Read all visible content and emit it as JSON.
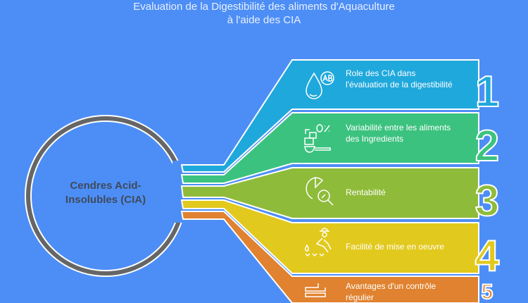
{
  "title": {
    "line1": "Evaluation de la Digestibilité des aliments d'Aquaculture",
    "line2": "à l'aide des CIA"
  },
  "center": {
    "line1": "Cendres Acid-",
    "line2": "Insolubles (CIA)"
  },
  "items": [
    {
      "number": "1",
      "label": "Role des CIA dans l'évaluation de la digestibilité",
      "icon": "water-drop-ab-icon",
      "color": "#1fa8dc"
    },
    {
      "number": "2",
      "label": "Variabilité entre  les aliments des Ingredients",
      "icon": "ingredients-scale-icon",
      "color": "#3cc27f"
    },
    {
      "number": "3",
      "label": "Rentabilité",
      "icon": "pie-chart-search-icon",
      "color": "#8fbb3a"
    },
    {
      "number": "4",
      "label": "Facilité de mise en oeuvre",
      "icon": "farmer-planting-icon",
      "color": "#e2c91d"
    },
    {
      "number": "5",
      "label": "Avantages d'un contrôle régulier",
      "icon": "stacked-layers-icon",
      "color": "#e0822f"
    }
  ],
  "colors": {
    "background": "#4d8ef6",
    "ring": "#666666"
  }
}
